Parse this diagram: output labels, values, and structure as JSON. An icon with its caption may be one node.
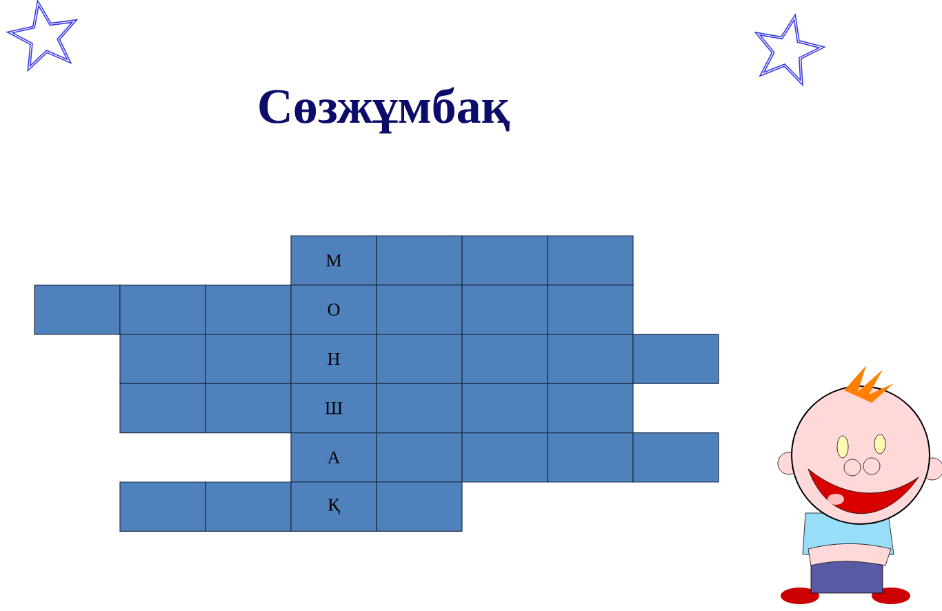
{
  "diagram": {
    "title": "Сөзжұмбақ",
    "nodes": [
      {
        "text": [
          "М"
        ]
      },
      {
        "text": [],
        "shape": "box"
      },
      {
        "text": [],
        "shape": "box"
      },
      {
        "text": [],
        "shape": "box"
      },
      {
        "text": [],
        "shape": "box"
      },
      {
        "text": [],
        "shape": "box"
      },
      {
        "text": [],
        "shape": "box"
      },
      {
        "text": [
          "О"
        ]
      },
      {
        "text": [],
        "shape": "box"
      },
      {
        "text": [],
        "shape": "box"
      },
      {
        "text": [],
        "shape": "box"
      },
      {
        "text": [],
        "shape": "box"
      },
      {
        "text": [],
        "shape": "box"
      },
      {
        "text": [
          "Н"
        ]
      },
      {
        "text": [],
        "shape": "box"
      },
      {
        "text": [],
        "shape": "box"
      },
      {
        "text": [],
        "shape": "box"
      },
      {
        "text": [],
        "shape": "box"
      },
      {
        "text": [],
        "shape": "box"
      },
      {
        "text": [],
        "shape": "box"
      },
      {
        "text": [
          "Ш"
        ]
      },
      {
        "text": [],
        "shape": "box"
      },
      {
        "text": [],
        "shape": "box"
      },
      {
        "text": [],
        "shape": "box"
      },
      {
        "text": [
          "А"
        ]
      },
      {
        "text": [],
        "shape": "box"
      },
      {
        "text": [],
        "shape": "box"
      },
      {
        "text": [],
        "shape": "box"
      },
      {
        "text": [],
        "shape": "box"
      },
      {
        "text": [],
        "shape": "box"
      },
      {
        "text": [],
        "shape": "box"
      },
      {
        "text": [
          "Қ"
        ]
      },
      {
        "text": [],
        "shape": "box"
      }
    ]
  }
}
